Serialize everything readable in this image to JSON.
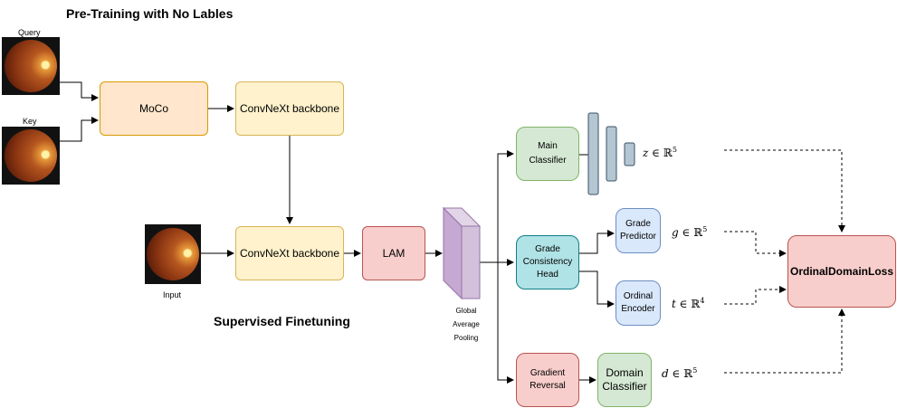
{
  "titles": {
    "pretraining": "Pre-Training with No Lables",
    "finetuning": "Supervised Finetuning"
  },
  "images": {
    "query": "Query",
    "key": "Key",
    "input": "Input"
  },
  "blocks": {
    "moco": "MoCo",
    "backbone_top": "ConvNeXt backbone",
    "backbone_bottom": "ConvNeXt backbone",
    "lam": "LAM",
    "pool_line1": "Global",
    "pool_line2": "Average",
    "pool_line3": "Pooling",
    "main_classifier": "Main Classifier",
    "grade_head": "Grade Consistency Head",
    "grade_predictor": "Grade Predictor",
    "ordinal_encoder": "Ordinal Encoder",
    "gradient_reversal": "Gradient Reversal",
    "domain_classifier": "Domain Classifier",
    "loss": "OrdinalDomainLoss"
  },
  "outputs": {
    "z": {
      "var": "z",
      "sym": "∈ ℝ",
      "dim": "5"
    },
    "g": {
      "var": "g",
      "sym": "∈ ℝ",
      "dim": "5"
    },
    "t": {
      "var": "t",
      "sym": "∈ ℝ",
      "dim": "4"
    },
    "d": {
      "var": "d",
      "sym": "∈ ℝ",
      "dim": "5"
    }
  },
  "colors": {
    "orange": "#ffe6cc",
    "yellow": "#fff2cc",
    "red": "#f8cecc",
    "green": "#d5e8d4",
    "cyan": "#b0e3e6",
    "blue": "#dae8fc",
    "pool": "#e1d5e7",
    "mlp": "#b5c6d3"
  }
}
